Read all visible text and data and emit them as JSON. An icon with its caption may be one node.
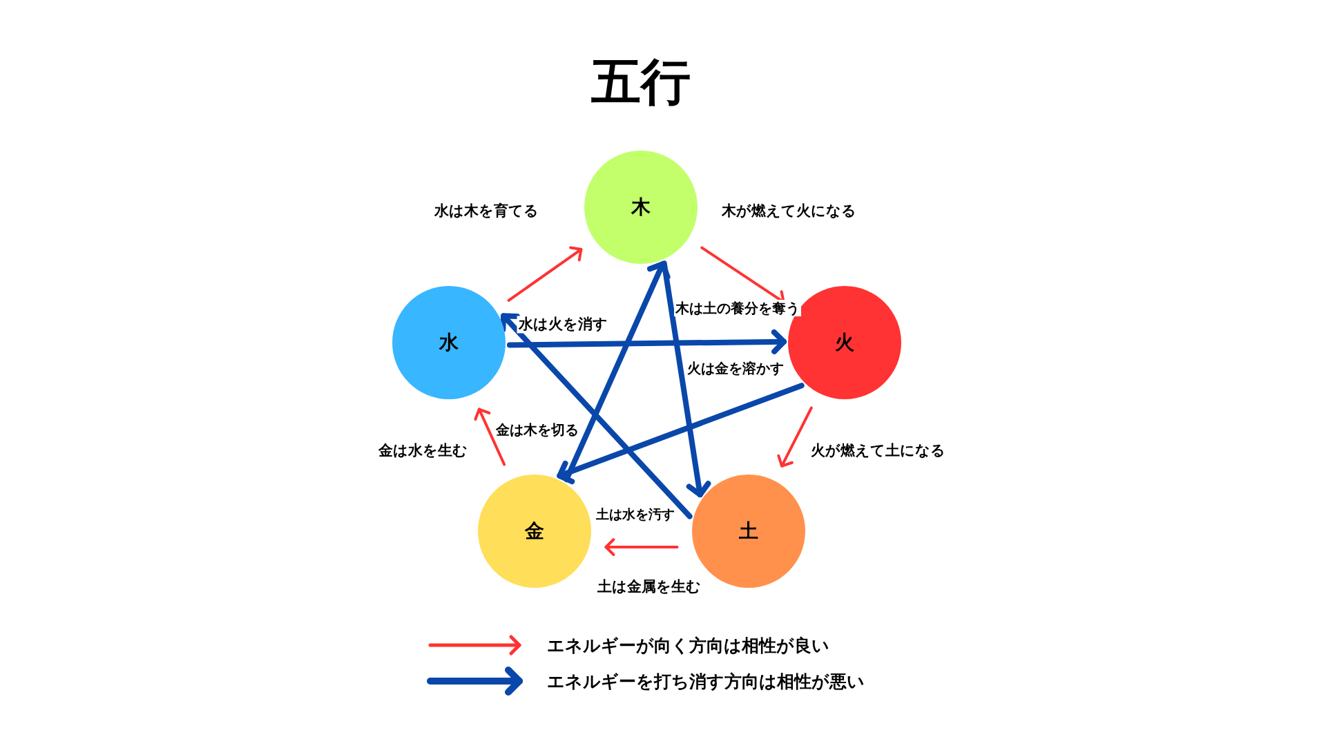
{
  "diagram": {
    "title": "五行",
    "nodes": [
      {
        "text": [
          "木"
        ]
      },
      {
        "text": [
          "水"
        ]
      },
      {
        "text": [
          "火"
        ]
      },
      {
        "text": [
          "金"
        ]
      },
      {
        "text": [
          "土"
        ]
      }
    ],
    "edges": [
      {
        "from": 1,
        "to": 0,
        "arrow": "to",
        "label": "水は木を育てる"
      },
      {
        "from": 0,
        "to": 2,
        "arrow": "to",
        "label": "木が燃えて火になる"
      },
      {
        "from": 2,
        "to": 4,
        "arrow": "to",
        "label": "火が燃えて土になる"
      },
      {
        "from": 4,
        "to": 3,
        "arrow": "to",
        "label": "土は金属を生む"
      },
      {
        "from": 3,
        "to": 1,
        "arrow": "to",
        "label": "金は水を生む"
      },
      {
        "from": 0,
        "to": 4,
        "arrow": "to",
        "label": "木は土の養分を奪う",
        "style": "thick",
        "color": "#0a47aa"
      },
      {
        "from": 1,
        "to": 2,
        "arrow": "to",
        "label": "水は火を消す",
        "style": "thick",
        "color": "#0a47aa"
      },
      {
        "from": 2,
        "to": 3,
        "arrow": "to",
        "label": "火は金を溶かす",
        "style": "thick",
        "color": "#0a47aa"
      },
      {
        "from": 3,
        "to": 0,
        "arrow": "to",
        "label": "金は木を切る",
        "style": "thick",
        "color": "#0a47aa"
      },
      {
        "from": 4,
        "to": 1,
        "arrow": "to",
        "label": "土は水を汚す",
        "style": "thick",
        "color": "#0a47aa"
      }
    ],
    "legend": [
      {
        "text": "エネルギーが向く方向は相性が良い"
      },
      {
        "text": "エネルギーを打ち消す方向は相性が悪い"
      }
    ]
  }
}
